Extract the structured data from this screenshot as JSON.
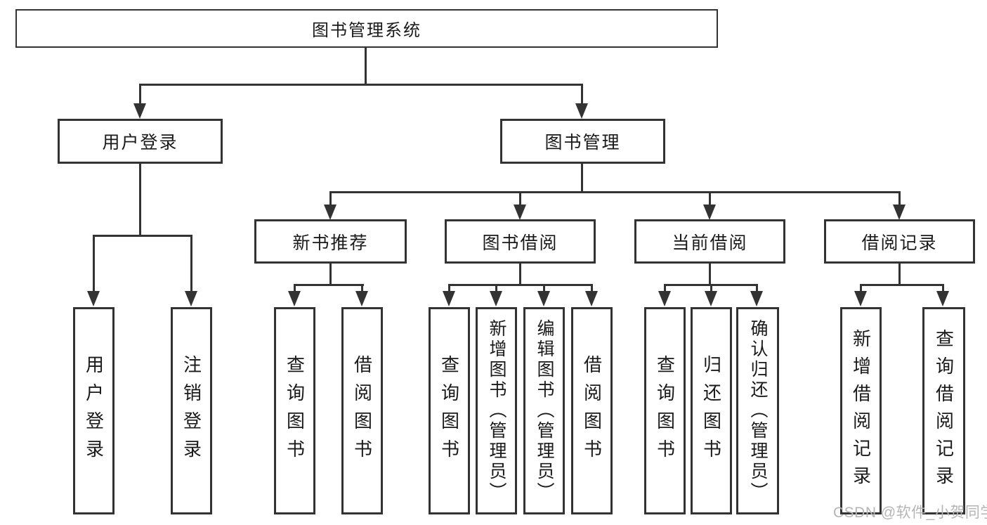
{
  "diagram": {
    "root": "图书管理系统",
    "children": [
      {
        "label": "用户登录",
        "children": [
          "用户登录",
          "注销登录"
        ]
      },
      {
        "label": "图书管理",
        "children": [
          {
            "label": "新书推荐",
            "children": [
              "查询图书",
              "借阅图书"
            ]
          },
          {
            "label": "图书借阅",
            "children": [
              "查询图书",
              "新增图书（管理员）",
              "编辑图书（管理员）",
              "借阅图书"
            ]
          },
          {
            "label": "当前借阅",
            "children": [
              "查询图书",
              "归还图书",
              "确认归还（管理员）"
            ]
          },
          {
            "label": "借阅记录",
            "children": [
              "新增借阅记录",
              "查询借阅记录"
            ]
          }
        ]
      }
    ]
  },
  "watermark": "CSDN @软件_小贺同学",
  "colors": {
    "line": "#333333",
    "text": "#1a1a1a",
    "background": "#ffffff",
    "watermark": "#b5b5b5"
  }
}
